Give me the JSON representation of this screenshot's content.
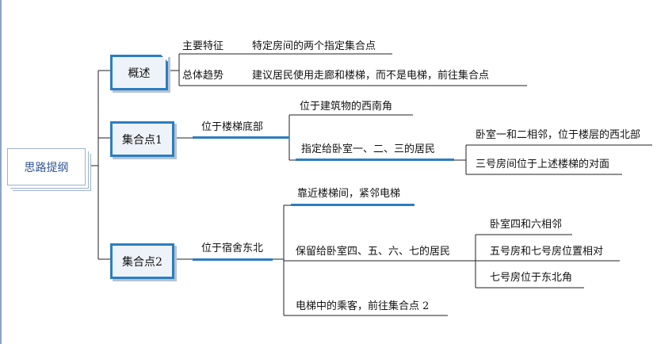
{
  "root": {
    "label": "思路提纲"
  },
  "overview": {
    "label": "概述",
    "items": [
      {
        "key": "主要特征",
        "value": "特定房间的两个指定集合点"
      },
      {
        "key": "总体趋势",
        "value": "建议居民使用走廊和楼梯，而不是电梯，前往集合点"
      }
    ]
  },
  "point1": {
    "label": "集合点1",
    "location": "位于楼梯底部",
    "children": [
      {
        "text": "位于建筑物的西南角"
      },
      {
        "text": "指定给卧室一、二、三的居民",
        "details": [
          "卧室一和二相邻，位于楼层的西北部",
          "三号房间位于上述楼梯的对面"
        ]
      }
    ]
  },
  "point2": {
    "label": "集合点2",
    "location": "位于宿舍东北",
    "children": [
      {
        "text": "靠近楼梯间，紧邻电梯"
      },
      {
        "text": "保留给卧室四、五、六、七的居民",
        "details": [
          "卧室四和六相邻",
          "五号房和七号房位置相对",
          "七号房位于东北角"
        ]
      },
      {
        "text": "电梯中的乘客，前往集合点 2"
      }
    ]
  }
}
